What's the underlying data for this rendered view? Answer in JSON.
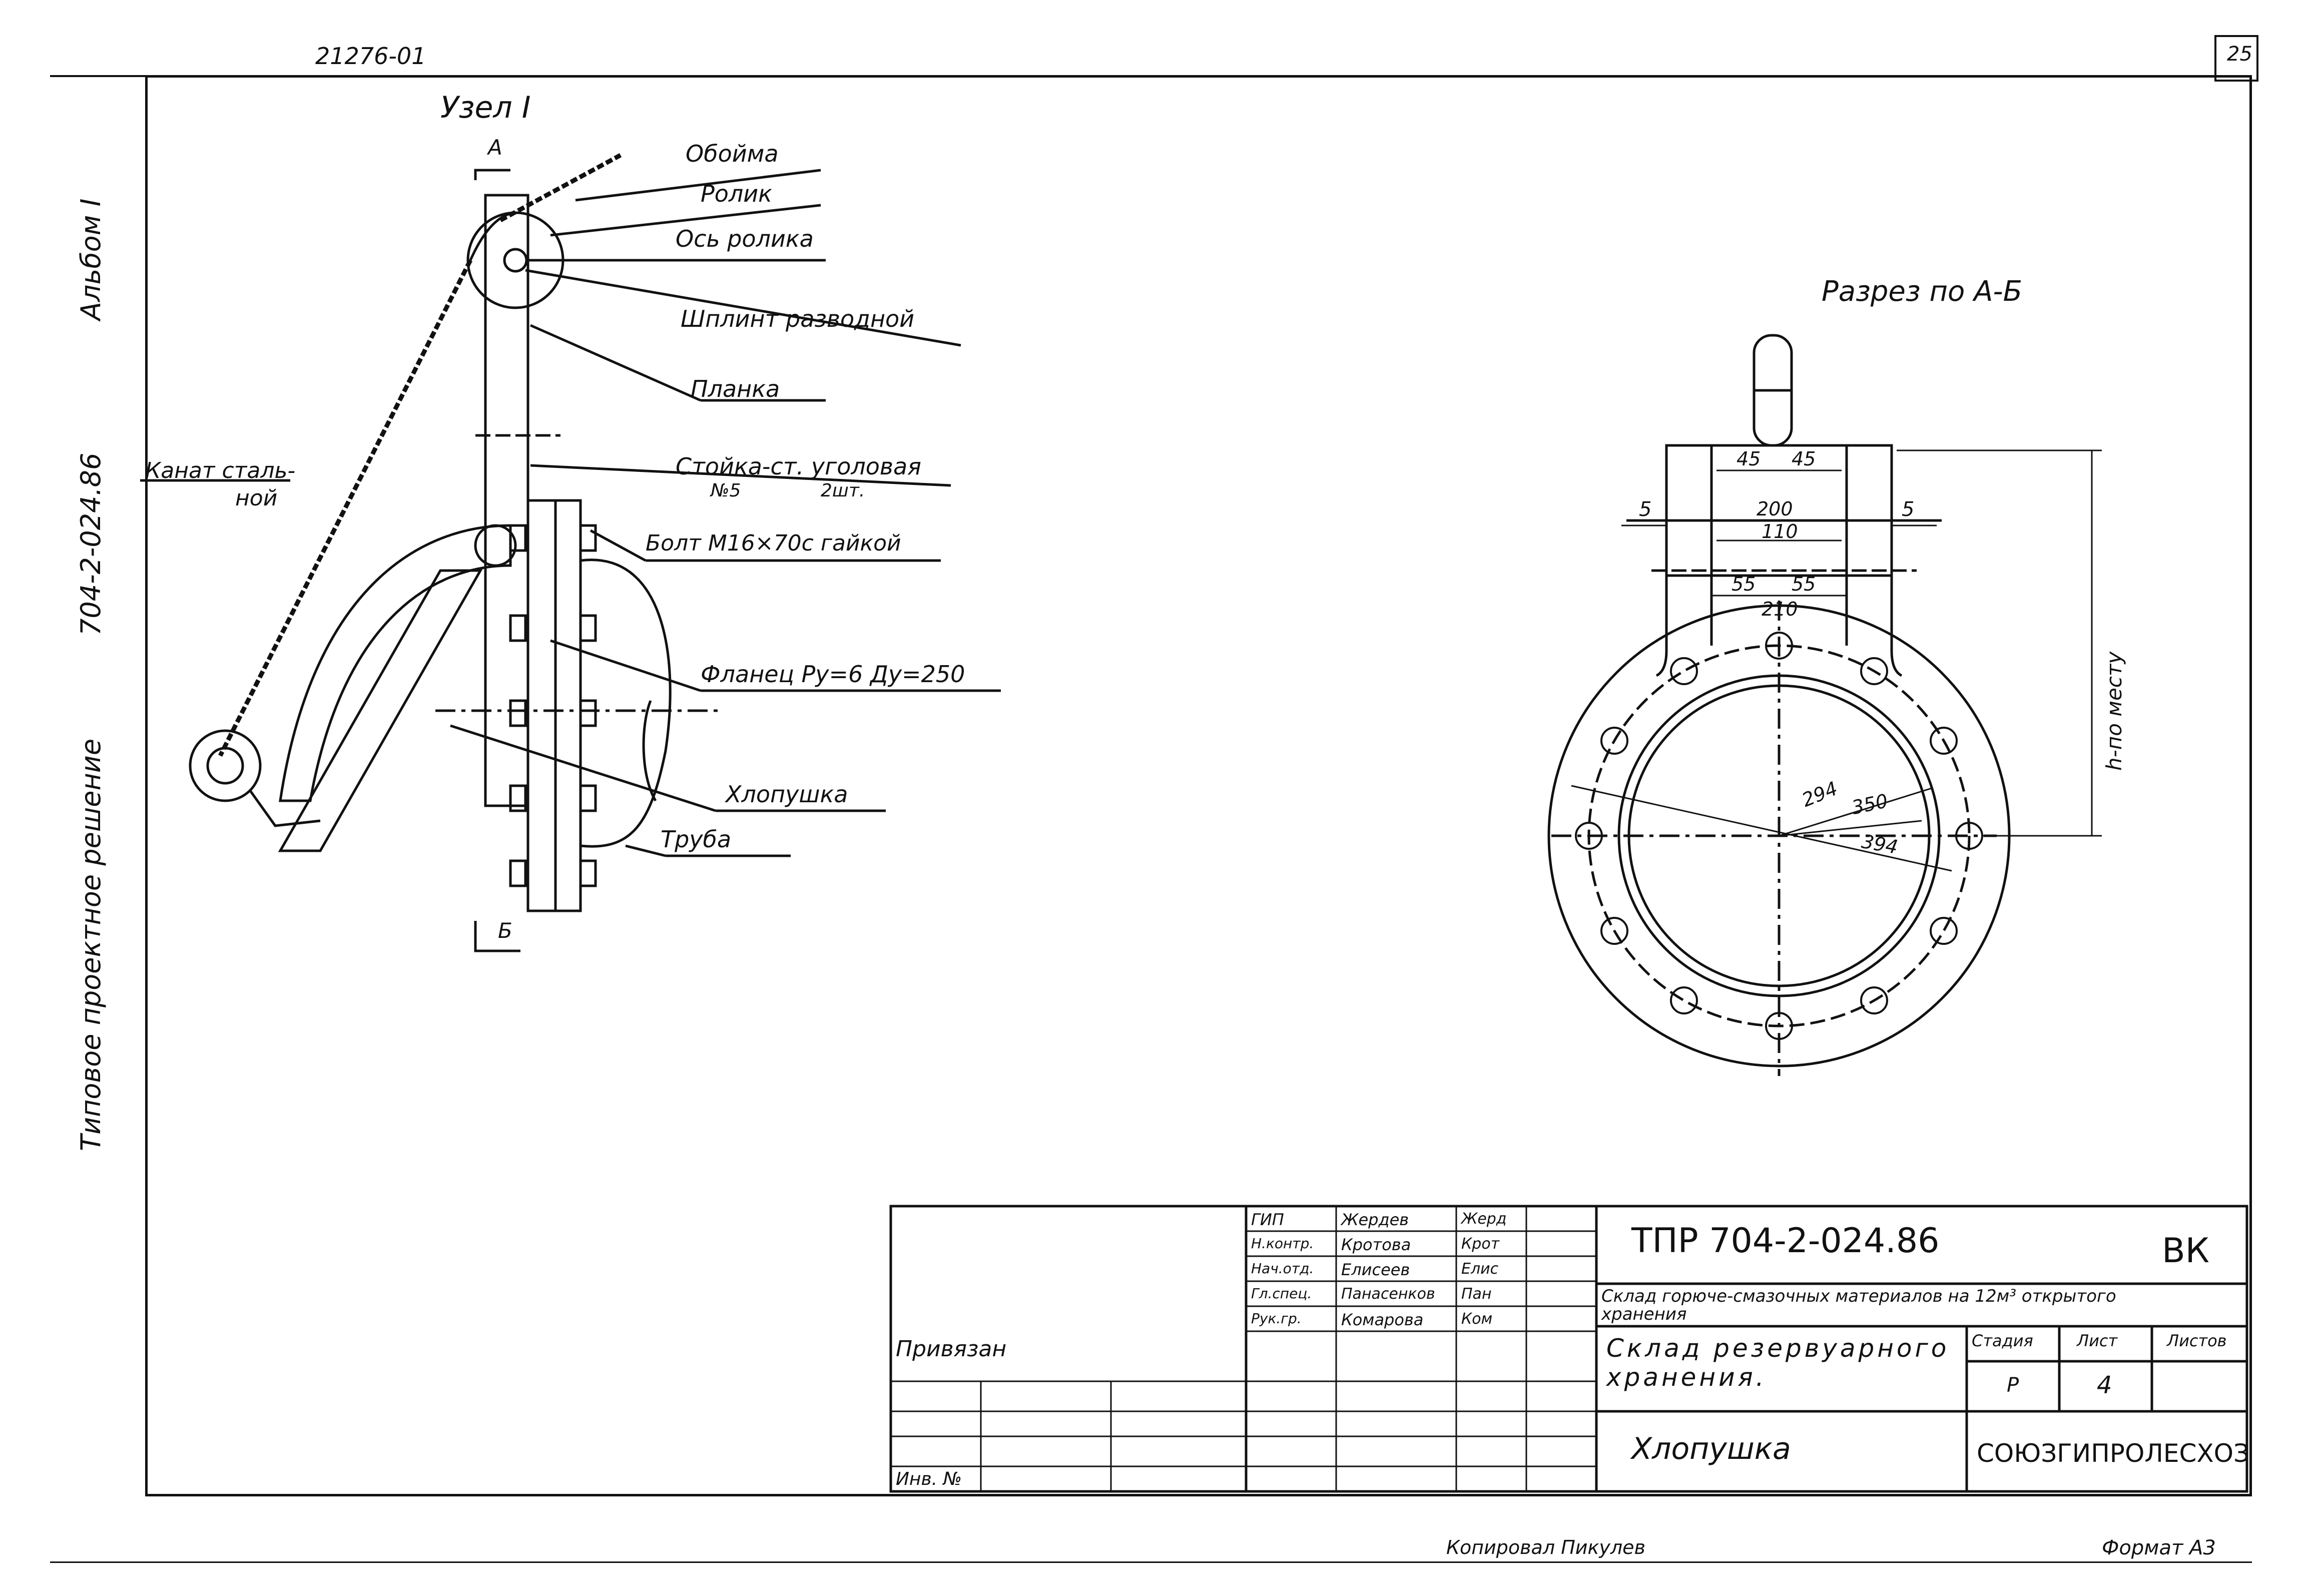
{
  "header": {
    "doc_code": "21276-01",
    "page_number": "25"
  },
  "side_note": {
    "album": "Альбом I",
    "project_code": "704-2-024.86",
    "project_label": "Типовое проектное решение"
  },
  "node_view": {
    "title": "Узел I",
    "section_top": "А",
    "section_bottom": "Б",
    "callouts": [
      "Обойма",
      "Ролик",
      "Ось ролика",
      "Шплинт разводной",
      "Планка",
      "Стойка-ст. уголовая",
      "Фланец Ру=6 Ду=250",
      "Хлопушка",
      "Труба"
    ],
    "stand_sub_left": "№5",
    "stand_sub_right": "2шт.",
    "bolt_label": "Болт М16×70с гайкой",
    "rope_label_1": "Канат сталь-",
    "rope_label_2": "ной"
  },
  "section_view": {
    "title": "Разрез по А-Б",
    "dims": {
      "d45a": "45",
      "d45b": "45",
      "d200": "200",
      "d110": "110",
      "d5l": "5",
      "d5r": "5",
      "d55a": "55",
      "d55b": "55",
      "d210": "210",
      "d294": "294",
      "d350": "350",
      "d394": "394",
      "h_label": "h-по месту"
    }
  },
  "title_block": {
    "roles": [
      "ГИП",
      "Н.контр.",
      "Нач.отд.",
      "Гл.спец.",
      "Рук.гр."
    ],
    "names": [
      "Жердев",
      "Кротова",
      "Елисеев",
      "Панасенков",
      "Комарова"
    ],
    "signatures": [
      "Жерд",
      "Крот",
      "Елис",
      "Пан",
      "Ком"
    ],
    "project_code": "ТПР 704-2-024.86",
    "section_mark": "ВК",
    "object_name": "Склад горюче-смазочных материалов на 12м³ открытого хранения",
    "sub_object": "Склад резервуарного хранения.",
    "drawing_name": "Хлопушка",
    "stage_header": "Стадия",
    "sheet_header": "Лист",
    "sheets_header": "Листов",
    "stage": "Р",
    "sheet": "4",
    "sheets": "",
    "organization": "СОЮЗГИПРОЛЕСХОЗ",
    "tied_label": "Привязан",
    "inv_label": "Инв. №"
  },
  "footer": {
    "copied": "Копировал Пикулев",
    "format": "Формат А3"
  }
}
